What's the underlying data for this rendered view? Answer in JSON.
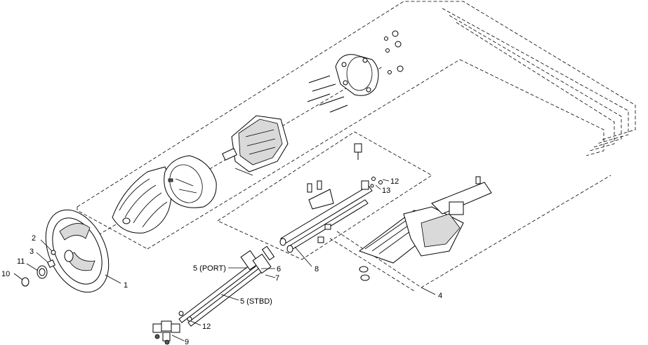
{
  "callouts": {
    "c1": "1",
    "c2": "2",
    "c3": "3",
    "c4": "4",
    "c5_port": "5 (PORT)",
    "c5_stbd": "5 (STBD)",
    "c6": "6",
    "c7": "7",
    "c8": "8",
    "c9": "9",
    "c10": "10",
    "c11": "11",
    "c12a": "12",
    "c12b": "12",
    "c13": "13"
  }
}
